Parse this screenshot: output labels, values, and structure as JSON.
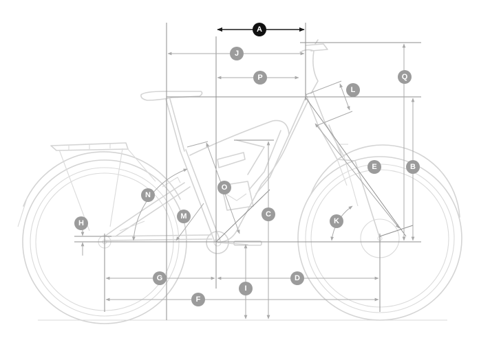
{
  "labels": {
    "A": "A",
    "B": "B",
    "C": "C",
    "D": "D",
    "E": "E",
    "F": "F",
    "G": "G",
    "H": "H",
    "I": "I",
    "J": "J",
    "K": "K",
    "L": "L",
    "M": "M",
    "N": "N",
    "O": "O",
    "P": "P",
    "Q": "Q"
  },
  "colors": {
    "primary_badge": "#111111",
    "secondary_badge": "#9b9b9b",
    "badge_text": "#ffffff",
    "bike_outline": "#d4d4d4",
    "dimension_line": "#a9a9a9"
  }
}
